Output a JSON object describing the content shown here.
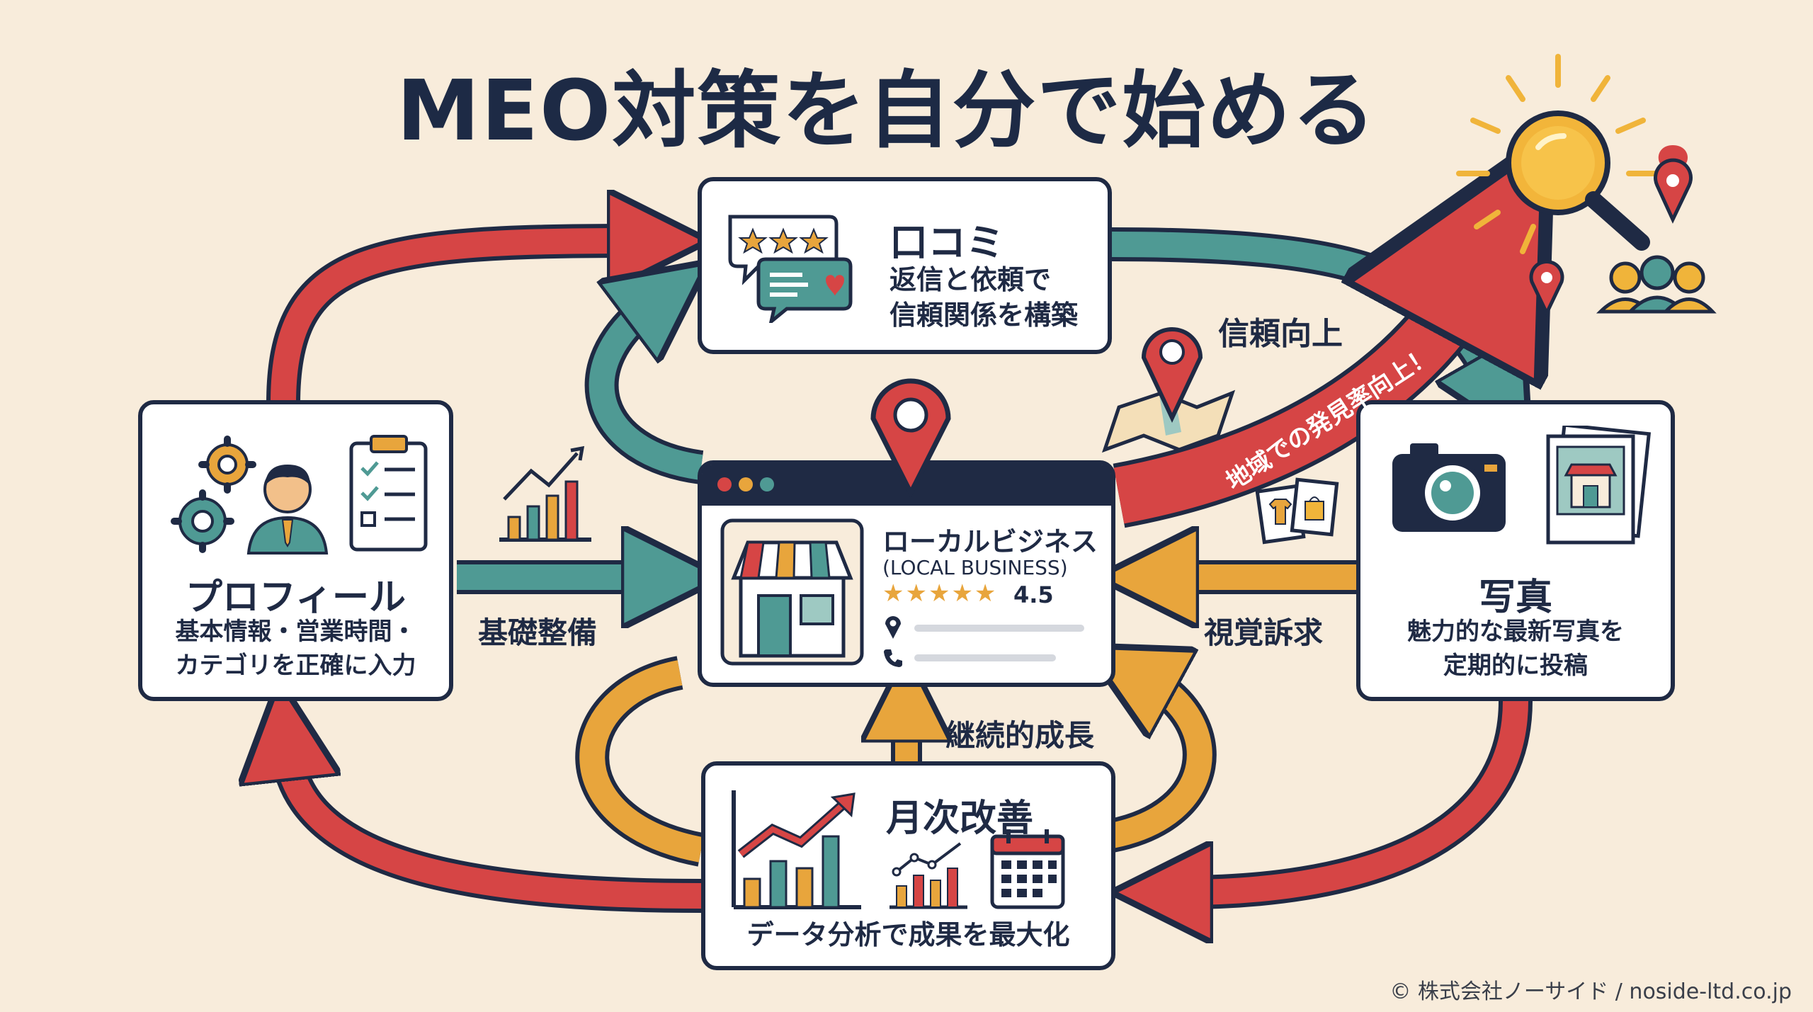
{
  "title": "MEO対策を自分で始める",
  "colors": {
    "navy": "#1f2a44",
    "red": "#d64545",
    "teal": "#4f9a94",
    "orange": "#e8a53c",
    "background": "#f8ecdb"
  },
  "cards": {
    "reviews": {
      "title": "口コミ",
      "line1": "返信と依頼で",
      "line2": "信頼関係を構築",
      "icon": "review-chat-icon"
    },
    "profile": {
      "title": "プロフィール",
      "line1": "基本情報・営業時間・",
      "line2": "カテゴリを正確に入力",
      "icon": "gear-person-checklist-icon"
    },
    "photos": {
      "title": "写真",
      "line1": "魅力的な最新写真を",
      "line2": "定期的に投稿",
      "icon": "camera-photo-icon"
    },
    "monthly": {
      "title": "月次改善",
      "subtitle": "データ分析で成果を最大化",
      "icon": "chart-calendar-icon"
    },
    "business": {
      "name": "ローカルビジネス",
      "english": "(LOCAL BUSINESS)",
      "rating": "4.5",
      "icon": "storefront-icon"
    }
  },
  "labels": {
    "trust": "信頼向上",
    "foundation": "基礎整備",
    "visual": "視覚訴求",
    "growth": "継続的成長",
    "discovery": "地域での発見率向上！"
  },
  "copyright": "© 株式会社ノーサイド / noside-ltd.co.jp"
}
